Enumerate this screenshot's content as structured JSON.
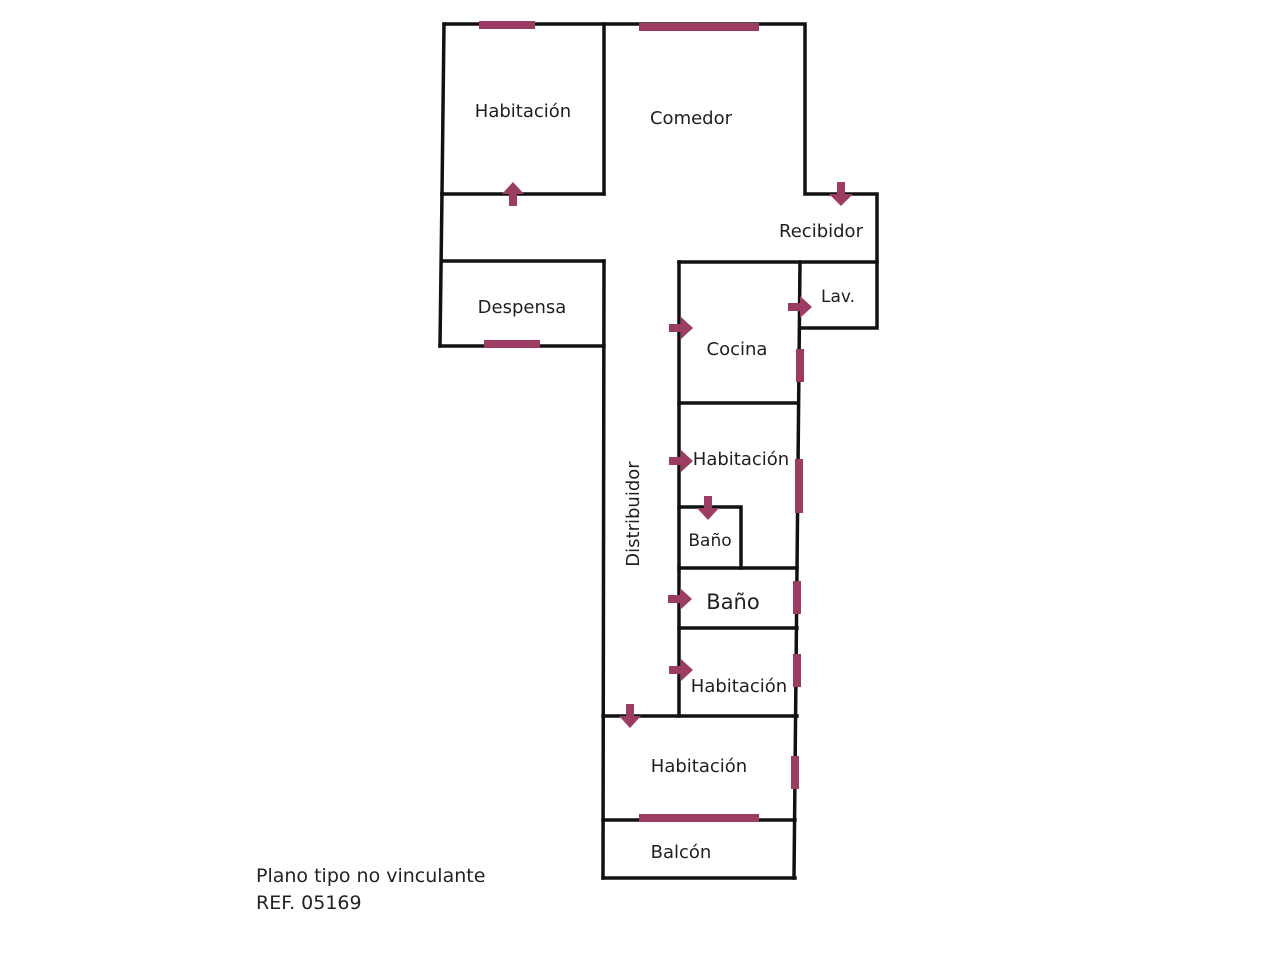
{
  "rooms": {
    "habitacion_top": "Habitación",
    "comedor": "Comedor",
    "recibidor": "Recibidor",
    "despensa": "Despensa",
    "lavadero": "Lav.",
    "cocina": "Cocina",
    "habitacion_mid": "Habitación",
    "bano_small": "Baño",
    "bano": "Baño",
    "habitacion_lower": "Habitación",
    "habitacion_bottom": "Habitación",
    "balcon": "Balcón",
    "distribuidor": "Distribuidor"
  },
  "notes": {
    "disclaimer": "Plano tipo no vinculante",
    "reference": "REF. 05169"
  },
  "colors": {
    "wall": "#111111",
    "window": "#9c3c62",
    "door_arrow": "#9c3c62"
  }
}
